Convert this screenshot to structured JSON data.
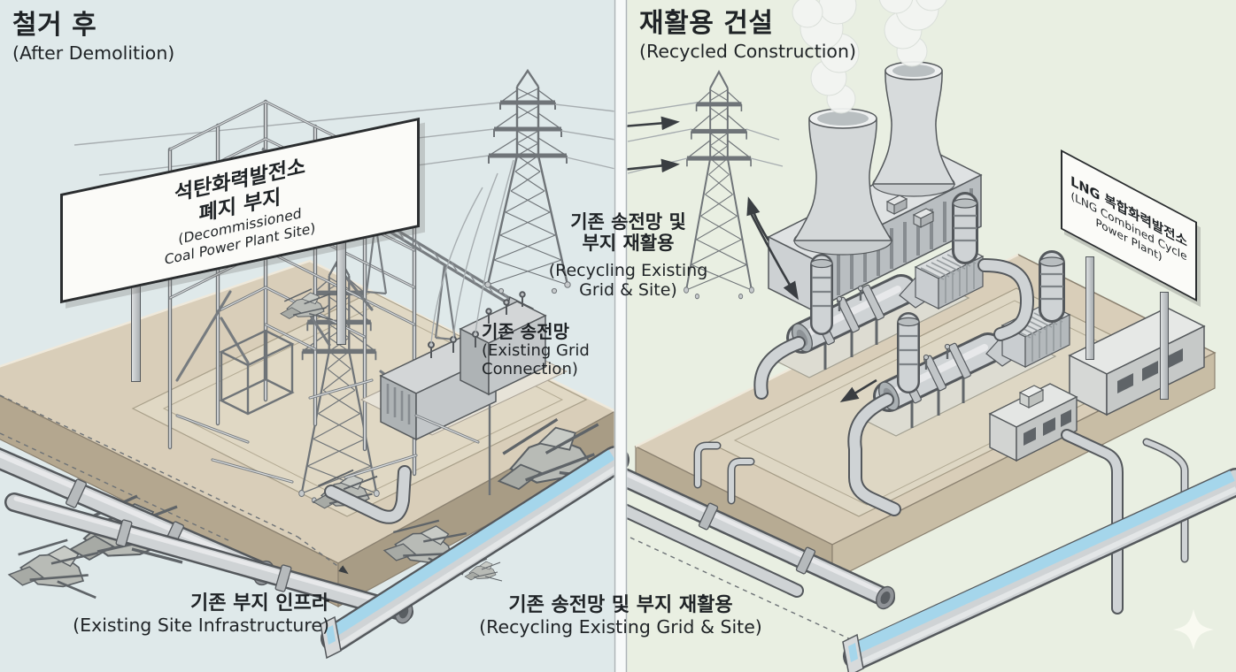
{
  "left_panel": {
    "title_kr": "철거 후",
    "title_en": "(After Demolition)",
    "sign": {
      "kr_line1": "석탄화력발전소",
      "kr_line2": "폐지 부지",
      "en_line1": "(Decommissioned",
      "en_line2": "Coal Power Plant Site)"
    },
    "grid_label": {
      "kr": "기존 송전망",
      "en_line1": "(Existing Grid",
      "en_line2": "Connection)"
    },
    "infra_label": {
      "kr": "기존 부지 인프라",
      "en": "(Existing Site Infrastructure)"
    }
  },
  "right_panel": {
    "title_kr": "재활용 건설",
    "title_en": "(Recycled Construction)",
    "sign": {
      "kr": "LNG 복합화력발전소",
      "en_line1": "(LNG Combined Cycle",
      "en_line2": "Power Plant)"
    }
  },
  "center_labels": {
    "recycle_mid": {
      "kr_line1": "기존 송전망 및",
      "kr_line2": "부지 재활용",
      "en_line1": "(Recycling Existing",
      "en_line2": "Grid & Site)"
    },
    "recycle_bottom": {
      "kr": "기존 송전망 및 부지 재활용",
      "en": "(Recycling Existing Grid & Site)"
    }
  },
  "palette": {
    "left_bg": "#dfe9ea",
    "right_bg": "#e9efe2",
    "divider": "#f7f9f9",
    "site_tan": "#d9ceb9",
    "steel_gray": "#c9cdcf",
    "water_blue": "#a5d6eb",
    "sign_white": "#fbfbf8",
    "ink": "#1f2326"
  }
}
